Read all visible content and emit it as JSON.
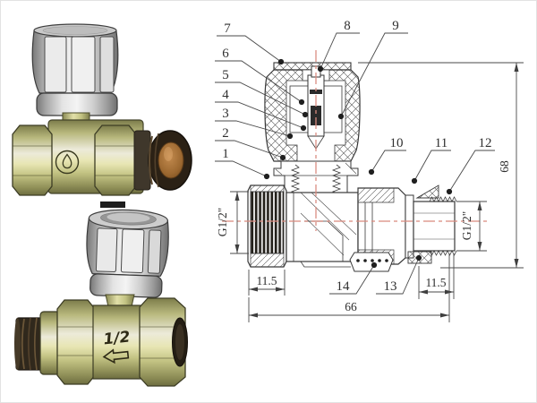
{
  "drawing": {
    "title_semantic": "radiator-valve-cross-section",
    "callouts": {
      "c1": "1",
      "c2": "2",
      "c3": "3",
      "c4": "4",
      "c5": "5",
      "c6": "6",
      "c7": "7",
      "c8": "8",
      "c9": "9",
      "c10": "10",
      "c11": "11",
      "c12": "12",
      "c13": "13",
      "c14": "14"
    },
    "dimensions": {
      "total_height": "68",
      "total_width": "66",
      "inlet_thread": "G1/2\"",
      "outlet_thread": "G1/2\"",
      "left_thread_depth": "11.5",
      "right_thread_depth": "11.5"
    }
  },
  "product": {
    "size_marking": "1/2"
  },
  "icons": {
    "flow_arrow": "left-outline-arrow",
    "brand_logo": "droplet-in-circle"
  },
  "colors": {
    "line": "#3a3a3a",
    "centerline_red": "#d98c80",
    "brass": "#c6c687",
    "knob_gray": "#d6d6d6",
    "dark_thread": "#2b2115",
    "copper_bore": "#a06a30"
  }
}
